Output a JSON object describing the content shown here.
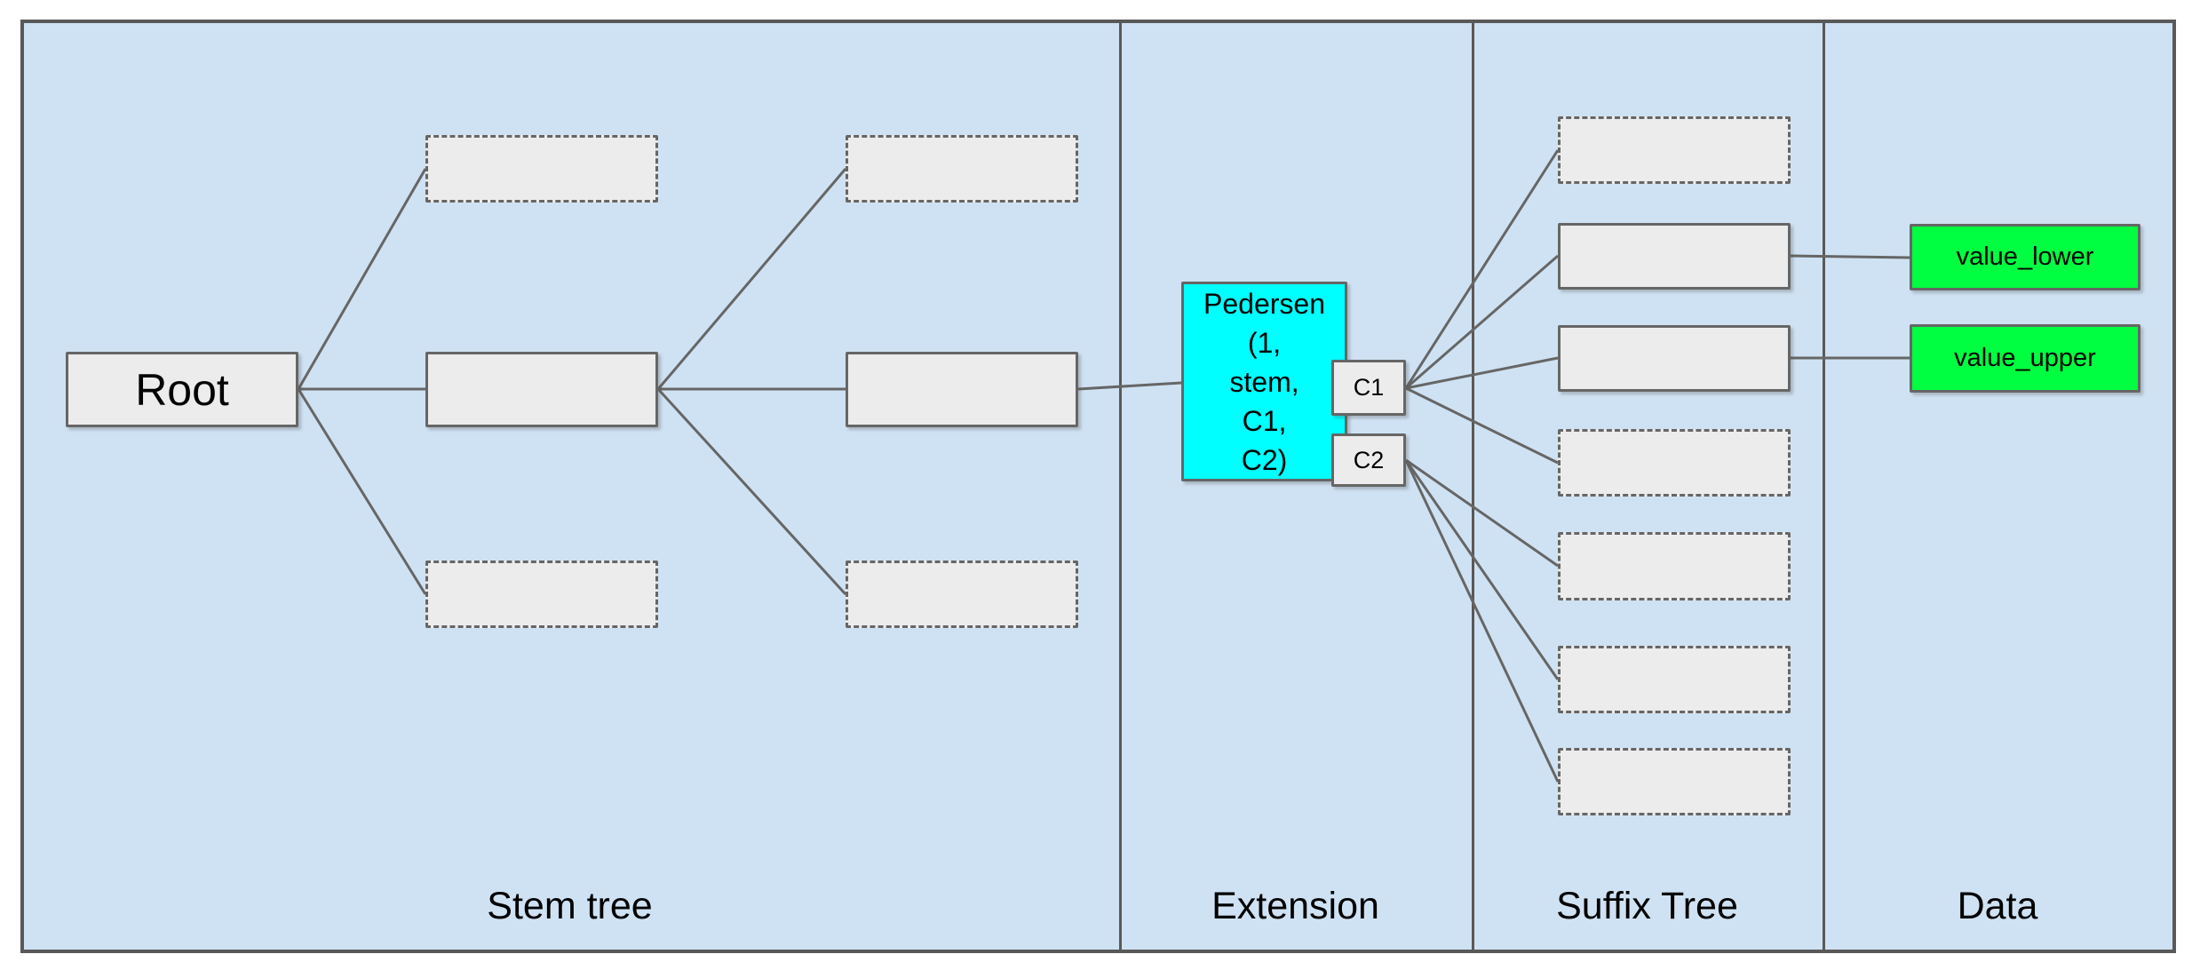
{
  "sections": [
    {
      "label": "Stem tree"
    },
    {
      "label": "Extension"
    },
    {
      "label": "Suffix Tree"
    },
    {
      "label": "Data"
    }
  ],
  "nodes": {
    "root_label": "Root",
    "pedersen_label": "Pedersen\n(1,\nstem,\nC1,\nC2)",
    "c1_label": "C1",
    "c2_label": "C2",
    "value_lower_label": "value_lower",
    "value_upper_label": "value_upper"
  },
  "colors": {
    "canvas_background": "#cfe2f3",
    "frame_border": "#595959",
    "node_fill": "#ececec",
    "node_border": "#666666",
    "edge": "#666666",
    "pedersen_fill": "#00ffff",
    "value_fill": "#00ff40",
    "text": "#000000"
  }
}
